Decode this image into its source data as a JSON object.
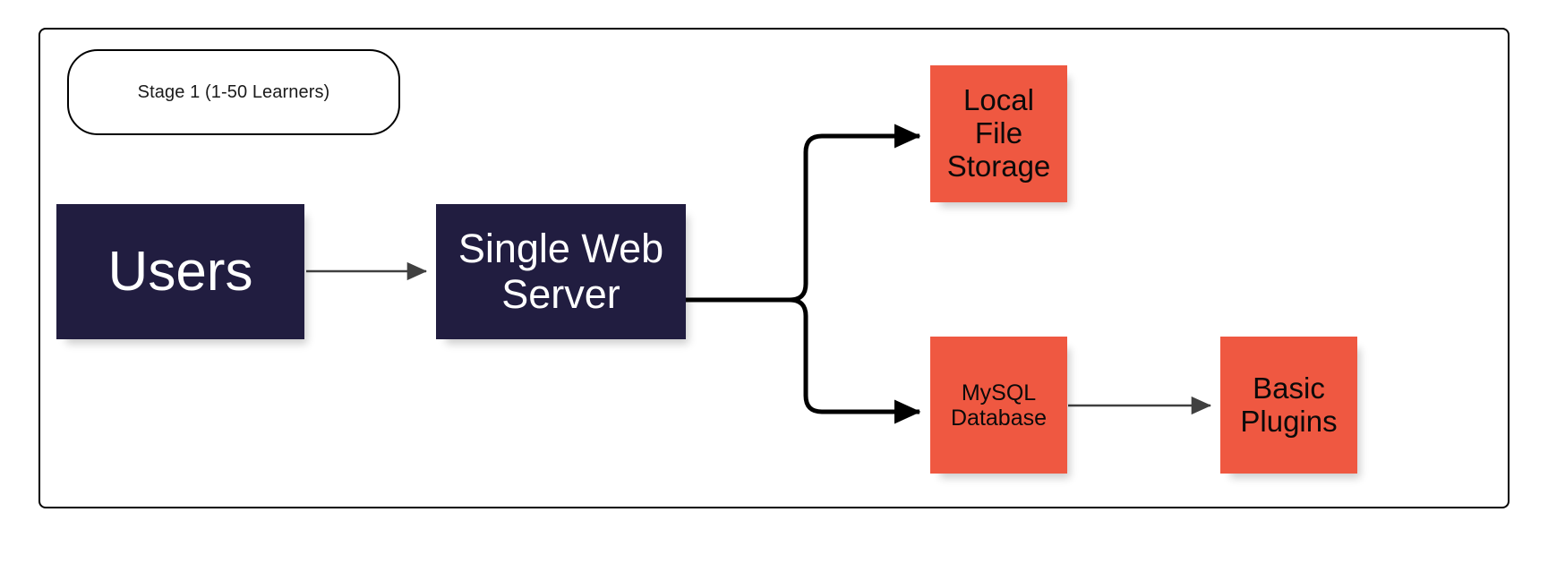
{
  "diagram": {
    "title_label": "Stage 1 (1-50 Learners)",
    "colors": {
      "dark_node": "#211d40",
      "orange_node": "#ef5841",
      "frame_border": "#000000",
      "thin_arrow": "#404040",
      "thick_arrow": "#000000",
      "background": "#ffffff"
    },
    "nodes": [
      {
        "id": "users",
        "label": "Users",
        "lines": [
          "Users"
        ],
        "style": "dark"
      },
      {
        "id": "web_server",
        "label": "Single Web Server",
        "lines": [
          "Single Web",
          "Server"
        ],
        "style": "dark"
      },
      {
        "id": "file_storage",
        "label": "Local File Storage",
        "lines": [
          "Local",
          "File",
          "Storage"
        ],
        "style": "orange"
      },
      {
        "id": "mysql",
        "label": "MySQL Database",
        "lines": [
          "MySQL",
          "Database"
        ],
        "style": "orange"
      },
      {
        "id": "plugins",
        "label": "Basic Plugins",
        "lines": [
          "Basic",
          "Plugins"
        ],
        "style": "orange"
      }
    ],
    "edges": [
      {
        "from": "users",
        "to": "web_server",
        "style": "thin-straight"
      },
      {
        "from": "web_server",
        "to": "file_storage",
        "style": "thick-elbow-up"
      },
      {
        "from": "web_server",
        "to": "mysql",
        "style": "thick-elbow-down"
      },
      {
        "from": "mysql",
        "to": "plugins",
        "style": "thin-straight"
      }
    ]
  }
}
